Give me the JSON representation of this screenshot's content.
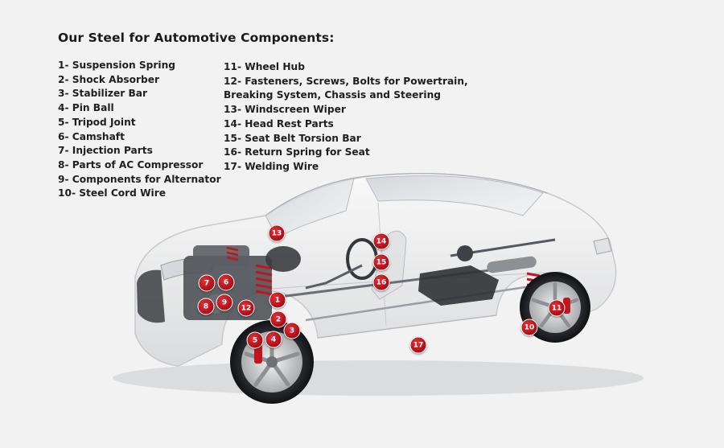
{
  "title": "Our Steel for Automotive Components:",
  "components": [
    {
      "number": "1",
      "text": "1- Suspension Spring"
    },
    {
      "number": "2",
      "text": "2- Shock Absorber"
    },
    {
      "number": "3",
      "text": "3- Stabilizer Bar"
    },
    {
      "number": "4",
      "text": "4- Pin Ball"
    },
    {
      "number": "5",
      "text": "5- Tripod Joint"
    },
    {
      "number": "6",
      "text": "6- Camshaft"
    },
    {
      "number": "7",
      "text": "7- Injection Parts"
    },
    {
      "number": "8",
      "text": "8- Parts of AC Compressor"
    },
    {
      "number": "9",
      "text": "9- Components for Alternator"
    },
    {
      "number": "10",
      "text": "10- Steel Cord Wire"
    },
    {
      "number": "11",
      "text": "11- Wheel Hub"
    },
    {
      "number": "12",
      "text": "12- Fasteners, Screws, Bolts for Powertrain,",
      "continuation": "Breaking System, Chassis and Steering"
    },
    {
      "number": "13",
      "text": "13- Windscreen Wiper"
    },
    {
      "number": "14",
      "text": "14- Head Rest Parts"
    },
    {
      "number": "15",
      "text": "15- Seat Belt Torsion Bar"
    },
    {
      "number": "16",
      "text": "16- Return Spring for Seat"
    },
    {
      "number": "17",
      "text": "17- Welding Wire"
    }
  ],
  "colors": {
    "background": "#f2f2f2",
    "marker": "#b4121a",
    "text": "#1f1f1f",
    "body_shell": "#e9e9ea",
    "mechanics": "#4a4d52",
    "spring_red": "#c0161e"
  }
}
